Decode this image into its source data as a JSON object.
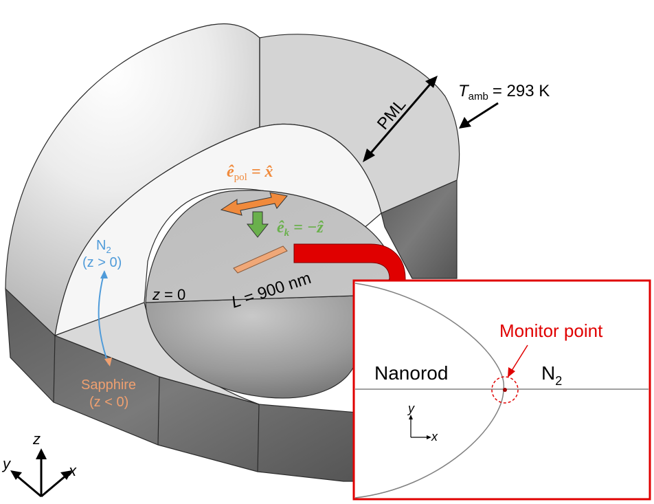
{
  "labels": {
    "pml": "PML",
    "t_amb_T": "T",
    "t_amb_sub": "amb",
    "t_amb_value": "= 293 K",
    "e_pol": "ê",
    "e_pol_sub": "pol",
    "e_pol_rhs": "= x̂",
    "e_k": "ê",
    "e_k_sub": "k",
    "e_k_rhs": "= −ẑ",
    "n2_region": "N",
    "n2_region_sub": "2",
    "n2_condition": "(z > 0)",
    "sapphire_region": "Sapphire",
    "sapphire_condition": "(z < 0)",
    "z_zero_z": "z",
    "z_zero_rest": "= 0",
    "length_L": "L",
    "length_rest": "= 900 nm",
    "axis_z": "z",
    "axis_y": "y",
    "axis_x": "x"
  },
  "inset": {
    "monitor_label": "Monitor point",
    "nanorod_label": "Nanorod",
    "n2_label": "N",
    "n2_sub": "2",
    "axis_y": "y",
    "axis_x": "x"
  },
  "colors": {
    "pol_arrow": "#f08a3c",
    "k_arrow": "#6ab04c",
    "n2_text": "#4f9bd9",
    "sapphire_text": "#f0a070",
    "highlight": "#e00000",
    "nanorod": "#f0a878",
    "shell_light": "#f4f4f4",
    "shell_mid": "#d6d6d6",
    "shell_dark": "#6a6a6a"
  }
}
